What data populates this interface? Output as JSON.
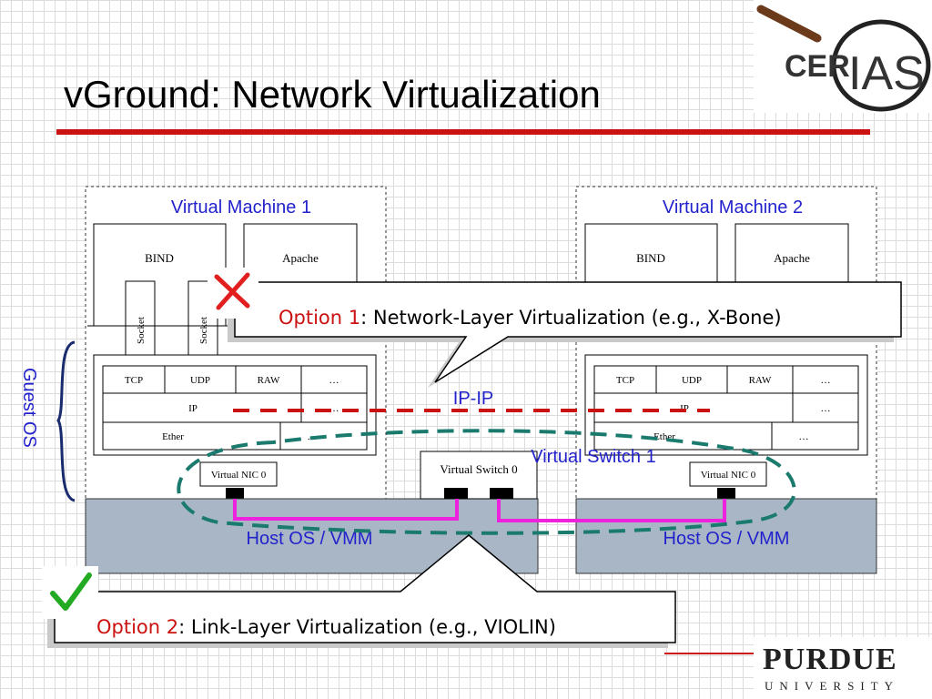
{
  "slide": {
    "title": "vGround: Network Virtualization"
  },
  "logos": {
    "cerias": {
      "text_left": "CER",
      "text_right": "IAS"
    },
    "purdue": {
      "main": "PURDUE",
      "sub": "UNIVERSITY"
    }
  },
  "diagram": {
    "vm1": {
      "title": "Virtual Machine 1",
      "apps": [
        "BIND",
        "Apache"
      ],
      "socket_label": "Socket",
      "stack": {
        "tcp": "TCP",
        "udp": "UDP",
        "raw": "RAW",
        "dots": "…",
        "ip": "IP",
        "ether": "Ether"
      },
      "nic": "Virtual NIC 0",
      "host": "Host OS / VMM"
    },
    "vm2": {
      "title": "Virtual Machine 2",
      "apps": [
        "BIND",
        "Apache"
      ],
      "stack": {
        "tcp": "TCP",
        "udp": "UDP",
        "raw": "RAW",
        "dots": "…",
        "ip": "IP",
        "ether": "Ether"
      },
      "nic": "Virtual NIC 0",
      "host": "Host OS / VMM"
    },
    "switch": {
      "box": "Virtual Switch 0",
      "label": "Virtual Switch 1"
    },
    "ipip": "IP-IP",
    "guest_os": "Guest OS",
    "colors": {
      "accent_blue": "#2222cc",
      "red": "#cc1111",
      "teal": "#1a7a6e",
      "magenta": "#ee22dd",
      "host_fill": "#a9b6c6"
    }
  },
  "callouts": {
    "option1": {
      "label": "Option 1",
      "text": ":  Network-Layer Virtualization (e.g., X-Bone)"
    },
    "option2": {
      "label": "Option 2",
      "text": ": Link-Layer Virtualization (e.g., VIOLIN)"
    }
  }
}
